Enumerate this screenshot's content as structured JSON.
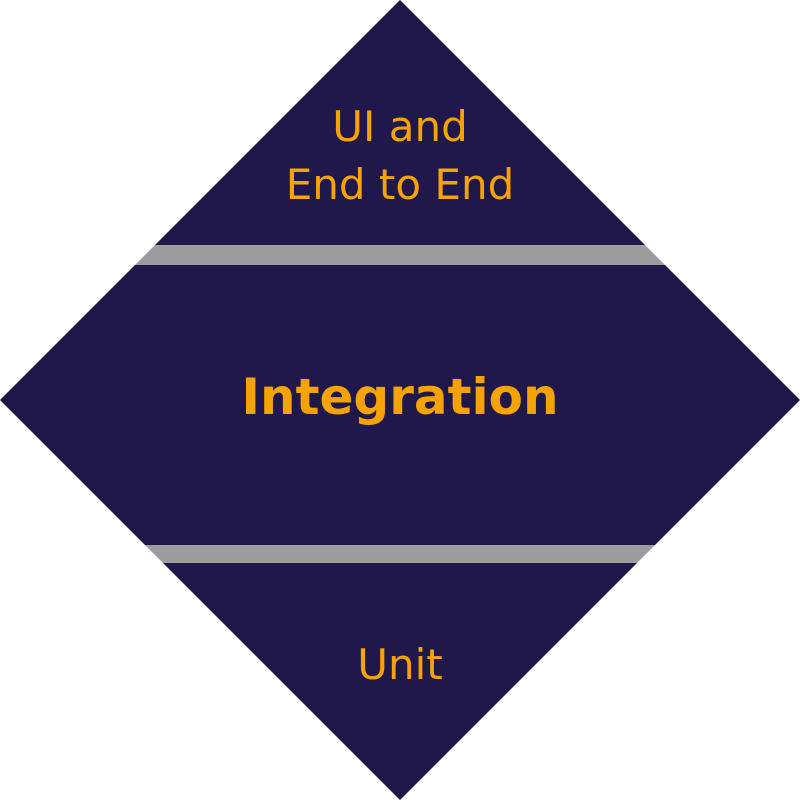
{
  "diagram": {
    "type": "test-diamond",
    "colors": {
      "tier_fill": "#20184a",
      "separator": "#9c9c9c",
      "label_text": "#f5a300",
      "background": "#ffffff"
    },
    "tiers": [
      {
        "lines": [
          "UI and",
          "End to End"
        ]
      },
      {
        "lines": [
          "Integration"
        ]
      },
      {
        "lines": [
          "Unit"
        ]
      }
    ]
  }
}
